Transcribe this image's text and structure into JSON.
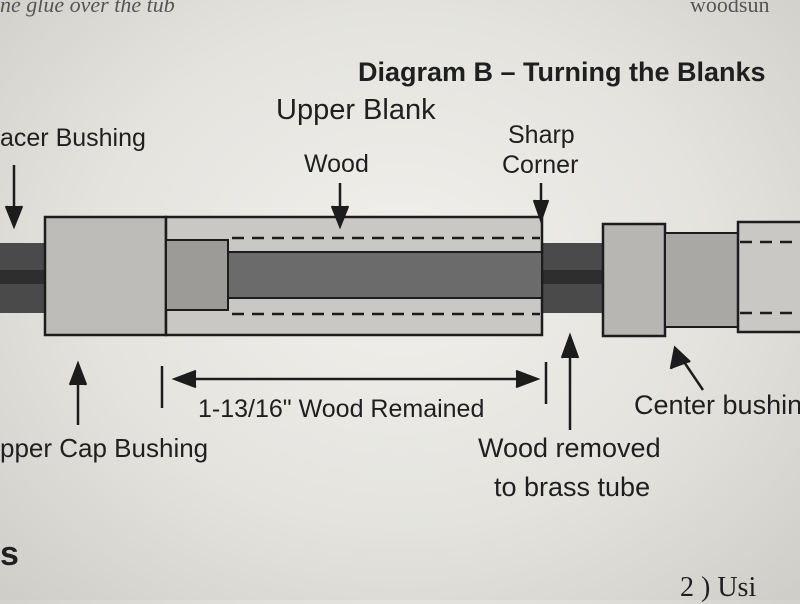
{
  "top_text": {
    "left_fragment": "ne glue over the tub",
    "right_fragment": "woodsun"
  },
  "diagram": {
    "title": "Diagram B – Turning the Blanks",
    "labels": {
      "upper_blank": "Upper Blank",
      "spacer_bushing": "acer Bushing",
      "wood": "Wood",
      "sharp_corner_line1": "Sharp",
      "sharp_corner_line2": "Corner",
      "upper_cap_bushing": "pper Cap Bushing",
      "wood_remained": "1-13/16\" Wood Remained",
      "wood_removed_line1": "Wood removed",
      "wood_removed_line2": "to brass tube",
      "center_bushing": "Center bushin"
    }
  },
  "bottom_text": {
    "heading_fragment": "s",
    "body_fragment": "2 ) Usi"
  }
}
